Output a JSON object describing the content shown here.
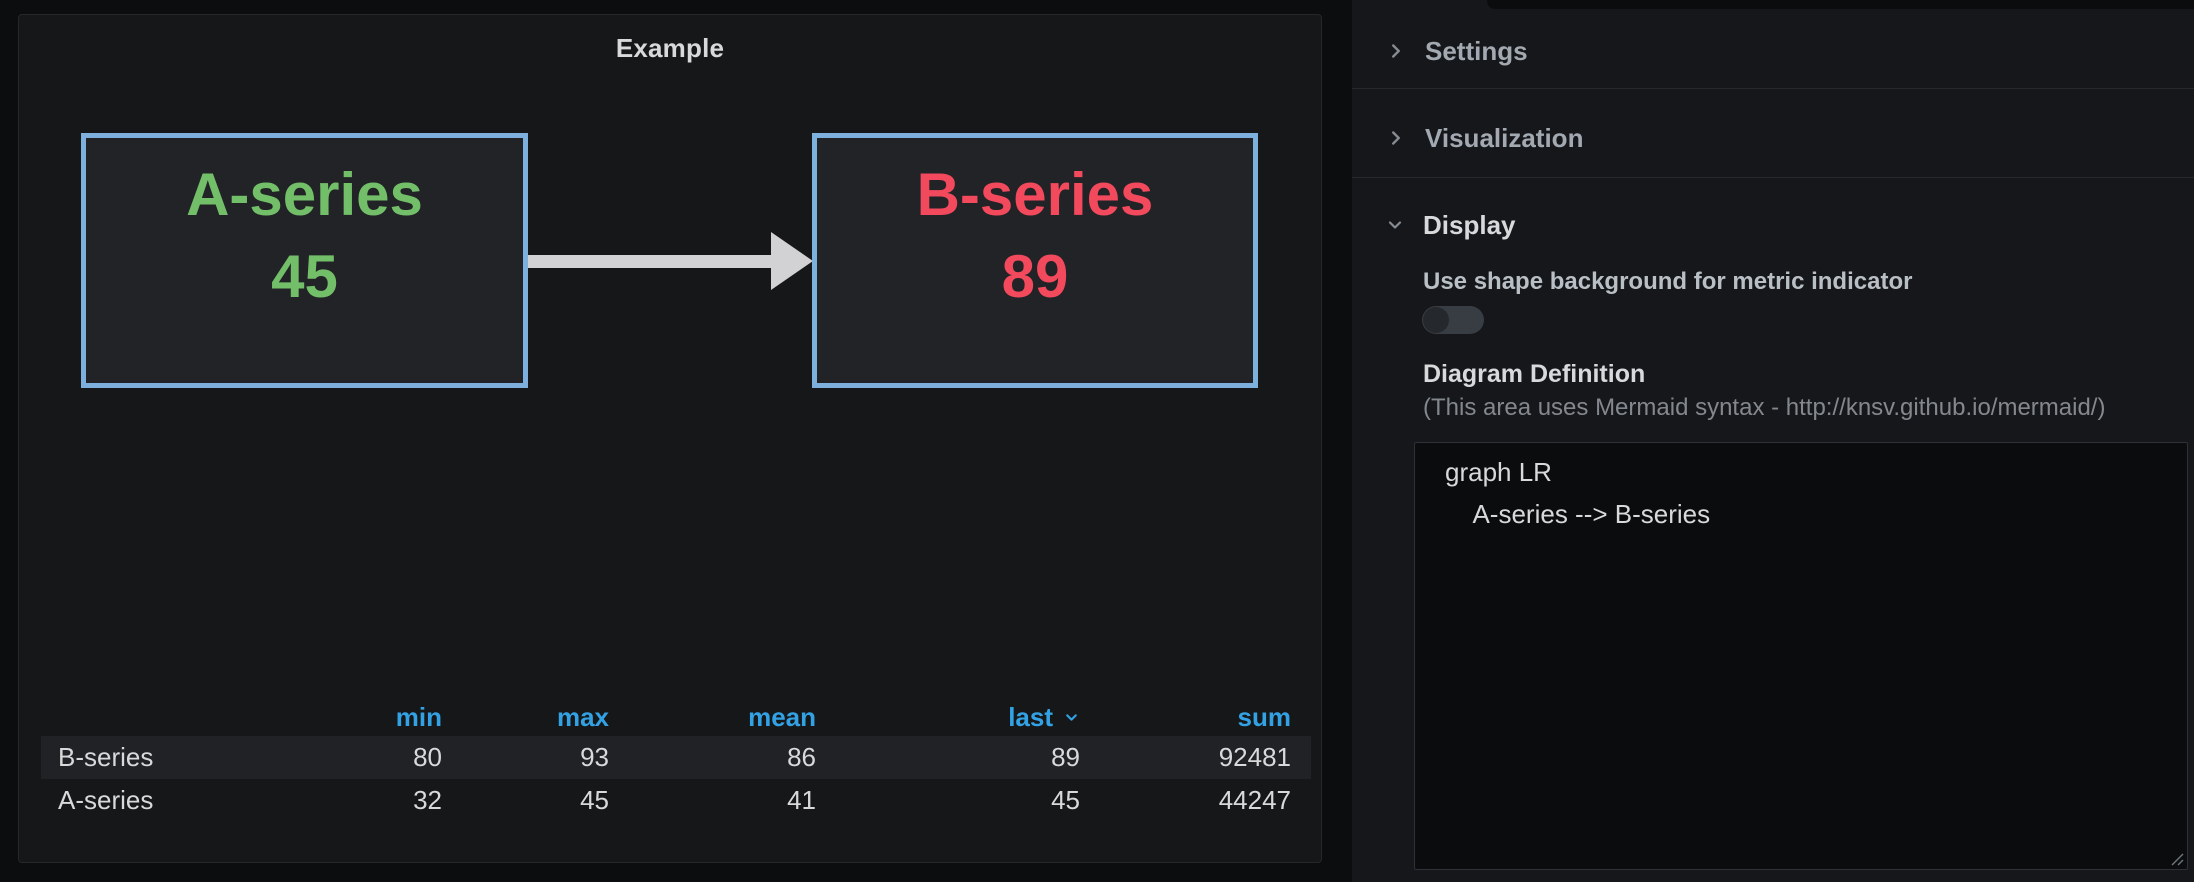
{
  "panel": {
    "title": "Example",
    "diagram": {
      "nodes": [
        {
          "id": "A-series",
          "label": "A-series",
          "value": "45",
          "text_color": "#73bf69"
        },
        {
          "id": "B-series",
          "label": "B-series",
          "value": "89",
          "text_color": "#f2495c"
        }
      ],
      "edge": {
        "from": "A-series",
        "to": "B-series",
        "arrow_color": "#d2d2d4"
      },
      "node_border_color": "#7eb0de",
      "node_background": "#212327"
    },
    "table": {
      "headers": [
        "min",
        "max",
        "mean",
        "last",
        "sum"
      ],
      "sort": {
        "column": "last",
        "direction": "desc",
        "icon": "chevron-down"
      },
      "header_color": "#33a2e5",
      "rows": [
        {
          "name": "B-series",
          "min": "80",
          "max": "93",
          "mean": "86",
          "last": "89",
          "sum": "92481",
          "highlighted": true
        },
        {
          "name": "A-series",
          "min": "32",
          "max": "45",
          "mean": "41",
          "last": "45",
          "sum": "44247",
          "highlighted": false
        }
      ]
    }
  },
  "options_pane": {
    "sections": [
      {
        "label": "Settings",
        "icon": "chevron-right",
        "expanded": false
      },
      {
        "label": "Visualization",
        "icon": "chevron-right",
        "expanded": false
      },
      {
        "label": "Display",
        "icon": "chevron-down",
        "expanded": true
      }
    ],
    "display": {
      "toggle_label": "Use shape background for metric indicator",
      "toggle_state_on": false,
      "definition_label": "Diagram Definition",
      "definition_hint": "(This area uses Mermaid syntax - http://knsv.github.io/mermaid/)",
      "definition_value": "graph LR\n    A-series --> B-series"
    }
  },
  "colors": {
    "page_background": "#0c0d0e",
    "panel_background": "#161719",
    "pane_background": "#16171b",
    "accent_blue": "#33a2e5",
    "series_green": "#73bf69",
    "series_red": "#f2495c",
    "node_border_blue": "#7eb0de"
  }
}
